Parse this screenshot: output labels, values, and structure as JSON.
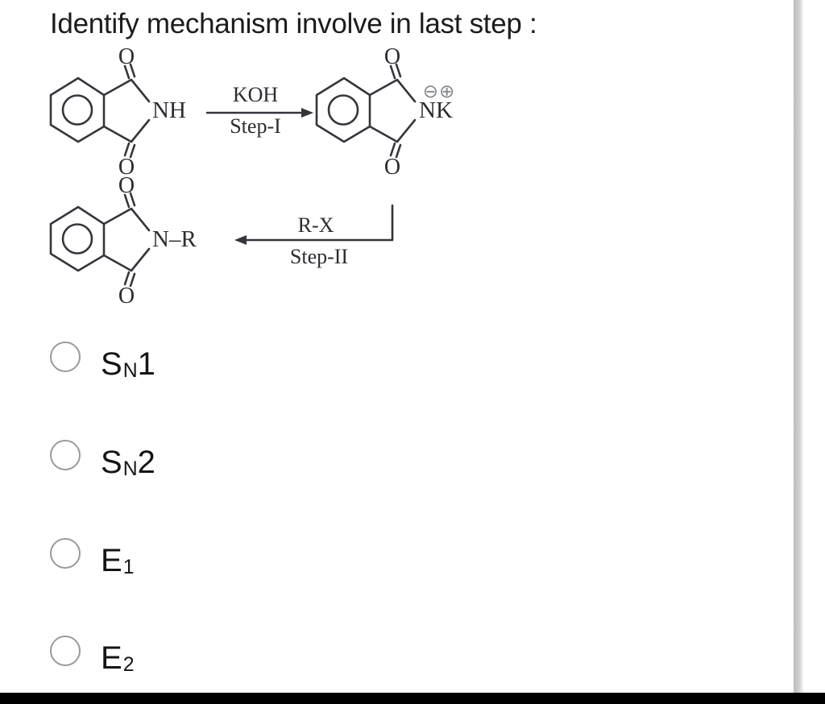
{
  "question": {
    "title": "Identify mechanism involve in last step :"
  },
  "scheme": {
    "o_label": "O",
    "structure1": {
      "name": "phthalimide",
      "n_label": "NH"
    },
    "structure2": {
      "name": "potassium phthalimide",
      "n_label": "NK",
      "charges": "⊖⊕"
    },
    "structure3": {
      "name": "N-alkyl phthalimide",
      "n_label": "N–R"
    },
    "step1": {
      "reagent": "KOH",
      "step_label": "Step-I",
      "direction": "right"
    },
    "step2": {
      "reagent": "R-X",
      "step_label": "Step-II",
      "direction": "left"
    }
  },
  "options": [
    {
      "base": "S",
      "sub": "N",
      "tail": "1"
    },
    {
      "base": "S",
      "sub": "N",
      "tail": "2"
    },
    {
      "base": "E",
      "sub": "1",
      "tail": ""
    },
    {
      "base": "E",
      "sub": "2",
      "tail": ""
    }
  ],
  "colors": {
    "ink": "#34363c",
    "charge_gray": "#84878c",
    "radio_border": "#9a9a9a",
    "scrollbar_track": "#c8c8c8",
    "bottom_bar": "#000000"
  }
}
